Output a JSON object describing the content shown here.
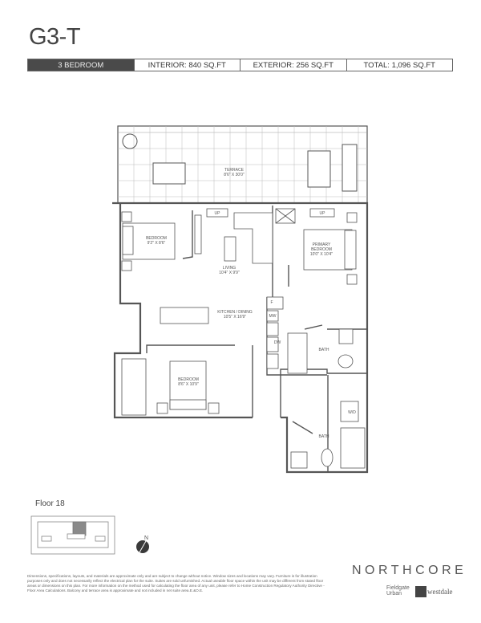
{
  "unit": {
    "title": "G3-T"
  },
  "summary": {
    "type": "3 BEDROOM",
    "interior": "INTERIOR: 840 SQ.FT",
    "exterior": "EXTERIOR: 256 SQ.FT",
    "total": "TOTAL: 1,096 SQ.FT"
  },
  "rooms": {
    "terrace": {
      "name": "TERRACE",
      "dims": "8'6\" X 30'0\""
    },
    "bedroom1": {
      "name": "BEDROOM",
      "dims": "9'2\" X 8'6\""
    },
    "living": {
      "name": "LIVING",
      "dims": "10'4\" X 9'9\""
    },
    "primary": {
      "name1": "PRIMARY",
      "name2": "BEDROOM",
      "dims": "10'0\" X 10'4\""
    },
    "kitchen": {
      "name": "KITCHEN / DINING",
      "dims": "10'5\" X 16'9\""
    },
    "bedroom3": {
      "name": "BEDROOM",
      "dims": "8'6\" X 10'9\""
    },
    "bath1": "BATH",
    "bath2": "BATH",
    "up1": "UP",
    "up2": "UP",
    "fridge": "F",
    "microwave": "MW",
    "dishwasher": "DW",
    "washer_dryer": "W/D"
  },
  "keyplan": {
    "floor": "Floor 18",
    "north": "N",
    "highlight_color": "#8a8a8a"
  },
  "footer": {
    "disclaimer": "Dimensions, specifications, layouts, and materials are approximate only and are subject to change without notice. Window sizes and locations may vary. Furniture is for illustration purposes only and does not necessarily reflect the electrical plan for the suite. Suites are sold unfurnished. Actual useable floor space within the unit may be different from stated floor areas or dimensions on this plan. For more information on the method used for calculating the floor area of any unit, please refer to Home Construction Regulatory Authority Directive - Floor Area Calculations. Balcony and terrace area is approximate and not included in net suite area.E.&O.E.",
    "brand": "NORTHCORE",
    "partner1_line1": "Fieldgate",
    "partner1_line2": "Urban",
    "partner2": "westdale"
  }
}
